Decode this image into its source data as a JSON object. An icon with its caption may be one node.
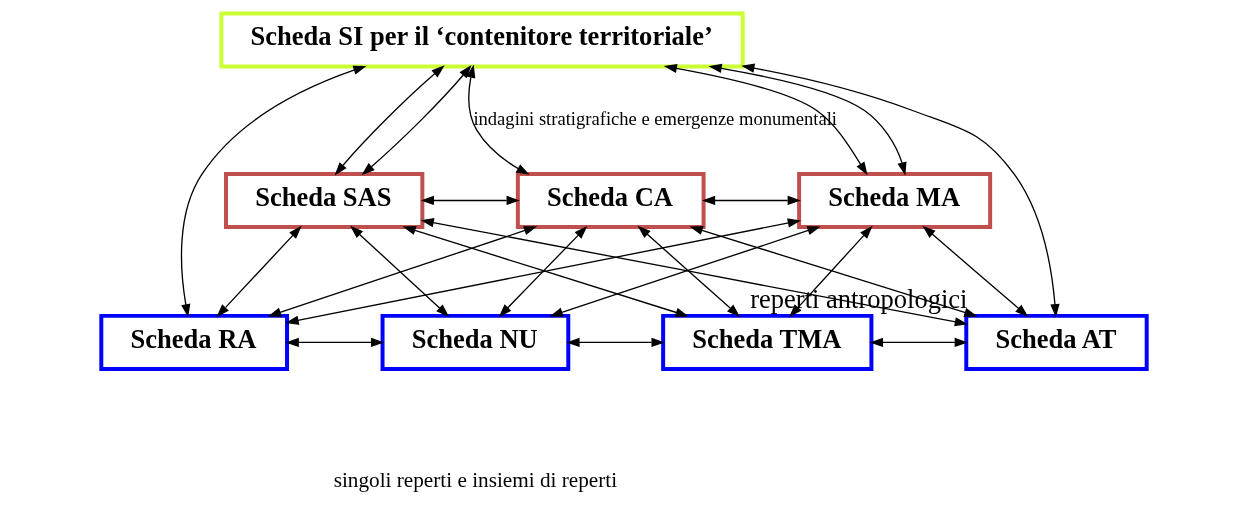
{
  "diagram": {
    "nodes": [
      {
        "text": [
          "Scheda SI per il ‘contenitore territoriale’"
        ]
      },
      {
        "text": [
          "Scheda SAS"
        ]
      },
      {
        "text": [
          "Scheda CA"
        ]
      },
      {
        "text": [
          "Scheda MA"
        ]
      },
      {
        "text": [
          "Scheda RA"
        ]
      },
      {
        "text": [
          "Scheda NU"
        ]
      },
      {
        "text": [
          "Scheda TMA"
        ]
      },
      {
        "text": [
          "Scheda AT"
        ],
        "beside": [
          "reperti antropologici"
        ]
      }
    ],
    "edges": [
      {
        "from": 2,
        "to": 0,
        "arrow": "both",
        "label": "indagini stratigrafiche e emergenze monumentali"
      },
      {
        "from": 0,
        "to": 1,
        "arrow": "both"
      },
      {
        "from": 0,
        "to": 3,
        "arrow": "both"
      },
      {
        "from": 1,
        "to": 2,
        "arrow": "both"
      },
      {
        "from": 2,
        "to": 3,
        "arrow": "both"
      },
      {
        "from": 1,
        "to": 4,
        "arrow": "both"
      },
      {
        "from": 1,
        "to": 5,
        "arrow": "both"
      },
      {
        "from": 1,
        "to": 6,
        "arrow": "both"
      },
      {
        "from": 1,
        "to": 7,
        "arrow": "both"
      },
      {
        "from": 2,
        "to": 4,
        "arrow": "both"
      },
      {
        "from": 2,
        "to": 5,
        "arrow": "both"
      },
      {
        "from": 2,
        "to": 6,
        "arrow": "both"
      },
      {
        "from": 2,
        "to": 7,
        "arrow": "both"
      },
      {
        "from": 3,
        "to": 4,
        "arrow": "both"
      },
      {
        "from": 3,
        "to": 5,
        "arrow": "both"
      },
      {
        "from": 3,
        "to": 6,
        "arrow": "both"
      },
      {
        "from": 3,
        "to": 7,
        "arrow": "both"
      },
      {
        "from": 4,
        "to": 5,
        "arrow": "both"
      },
      {
        "from": 5,
        "to": 6,
        "arrow": "both"
      },
      {
        "from": 6,
        "to": 7,
        "arrow": "both"
      },
      {
        "from": 0,
        "to": 1,
        "arrow": "both"
      },
      {
        "from": 0,
        "to": 4,
        "arrow": "both"
      },
      {
        "from": 0,
        "to": 3,
        "arrow": "both"
      },
      {
        "from": 0,
        "to": 7,
        "arrow": "both"
      }
    ],
    "labels": [
      "singoli reperti e insiemi di reperti"
    ]
  }
}
